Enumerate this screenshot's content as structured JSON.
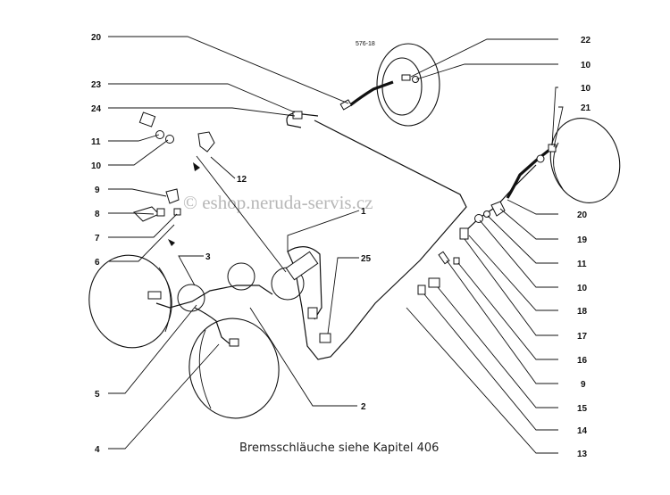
{
  "drawing_ref": "576-18",
  "caption": "Bremsschläuche siehe Kapitel 406",
  "watermark": "© eshop.neruda-servis.cz",
  "labels_left": [
    "20",
    "23",
    "24",
    "11",
    "10",
    "9",
    "8",
    "7",
    "6",
    "5",
    "4"
  ],
  "labels_right": [
    "22",
    "10",
    "10",
    "21",
    "20",
    "19",
    "11",
    "10",
    "18",
    "17",
    "16",
    "9",
    "15",
    "14",
    "13"
  ],
  "labels_center": [
    "12",
    "1",
    "25",
    "3",
    "2"
  ]
}
